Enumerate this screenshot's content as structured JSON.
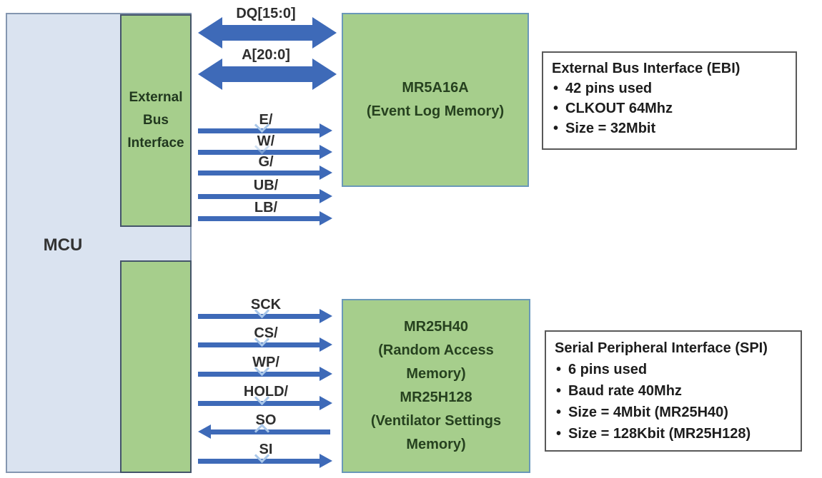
{
  "colors": {
    "arrow": "#3e6ab8",
    "handle": "#a9c7e9",
    "box-green": "#a6ce8c",
    "green-border-left": "#44546a",
    "green-border-right": "#6a98b9",
    "mcu-fill": "#dae3f0",
    "mcu-border": "#8496b0",
    "info-border": "#595959"
  },
  "mcu": {
    "label": "MCU"
  },
  "ebi_interface": {
    "label": "External\nBus\nInterface"
  },
  "memory_top": {
    "label": "MR5A16A\n(Event Log Memory)"
  },
  "memory_bottom": {
    "label": "MR25H40\n(Random Access\nMemory)\nMR25H128\n(Ventilator Settings\nMemory)"
  },
  "signals": {
    "ebi": [
      {
        "label": "DQ[15:0]",
        "direction": "bidirectional"
      },
      {
        "label": "A[20:0]",
        "direction": "bidirectional"
      },
      {
        "label": "E/",
        "direction": "right"
      },
      {
        "label": "W/",
        "direction": "right"
      },
      {
        "label": "G/",
        "direction": "right"
      },
      {
        "label": "UB/",
        "direction": "right"
      },
      {
        "label": "LB/",
        "direction": "right"
      }
    ],
    "spi": [
      {
        "label": "SCK",
        "direction": "right"
      },
      {
        "label": "CS/",
        "direction": "right"
      },
      {
        "label": "WP/",
        "direction": "right"
      },
      {
        "label": "HOLD/",
        "direction": "right"
      },
      {
        "label": "SO",
        "direction": "left"
      },
      {
        "label": "SI",
        "direction": "right"
      }
    ]
  },
  "info_ebi": {
    "title": "External Bus Interface (EBI)",
    "bullets": [
      "42 pins used",
      "CLKOUT 64Mhz",
      "Size = 32Mbit"
    ]
  },
  "info_spi": {
    "title": "Serial Peripheral Interface (SPI)",
    "bullets": [
      "6 pins used",
      "Baud rate 40Mhz",
      "Size = 4Mbit (MR25H40)",
      "Size = 128Kbit (MR25H128)"
    ]
  }
}
